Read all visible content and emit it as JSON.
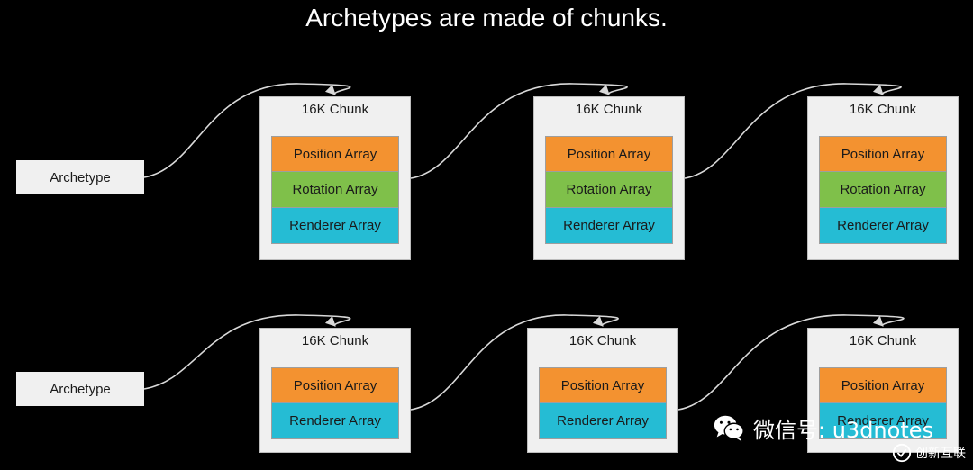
{
  "title": "Archetypes are made of chunks.",
  "rows": [
    {
      "archetype": "Archetype",
      "chunks": [
        {
          "label": "16K Chunk",
          "arrays": [
            {
              "label": "Position Array",
              "kind": "position"
            },
            {
              "label": "Rotation Array",
              "kind": "rotation"
            },
            {
              "label": "Renderer Array",
              "kind": "renderer"
            }
          ]
        },
        {
          "label": "16K Chunk",
          "arrays": [
            {
              "label": "Position Array",
              "kind": "position"
            },
            {
              "label": "Rotation Array",
              "kind": "rotation"
            },
            {
              "label": "Renderer Array",
              "kind": "renderer"
            }
          ]
        },
        {
          "label": "16K Chunk",
          "arrays": [
            {
              "label": "Position Array",
              "kind": "position"
            },
            {
              "label": "Rotation Array",
              "kind": "rotation"
            },
            {
              "label": "Renderer Array",
              "kind": "renderer"
            }
          ]
        }
      ]
    },
    {
      "archetype": "Archetype",
      "chunks": [
        {
          "label": "16K Chunk",
          "arrays": [
            {
              "label": "Position Array",
              "kind": "position"
            },
            {
              "label": "Renderer Array",
              "kind": "renderer"
            }
          ]
        },
        {
          "label": "16K Chunk",
          "arrays": [
            {
              "label": "Position Array",
              "kind": "position"
            },
            {
              "label": "Renderer Array",
              "kind": "renderer"
            }
          ]
        },
        {
          "label": "16K Chunk",
          "arrays": [
            {
              "label": "Position Array",
              "kind": "position"
            },
            {
              "label": "Renderer Array",
              "kind": "renderer"
            }
          ]
        }
      ]
    }
  ],
  "colors": {
    "background": "#000000",
    "box": "#f0f0f0",
    "position": "#f39230",
    "rotation": "#7fc04a",
    "renderer": "#25bcd4",
    "connector": "#d9d9d9"
  },
  "watermark": {
    "text": "微信号: u3dnotes",
    "icon": "wechat-icon",
    "brand_text": "创新互联",
    "brand_icon": "brand-logo-icon"
  }
}
